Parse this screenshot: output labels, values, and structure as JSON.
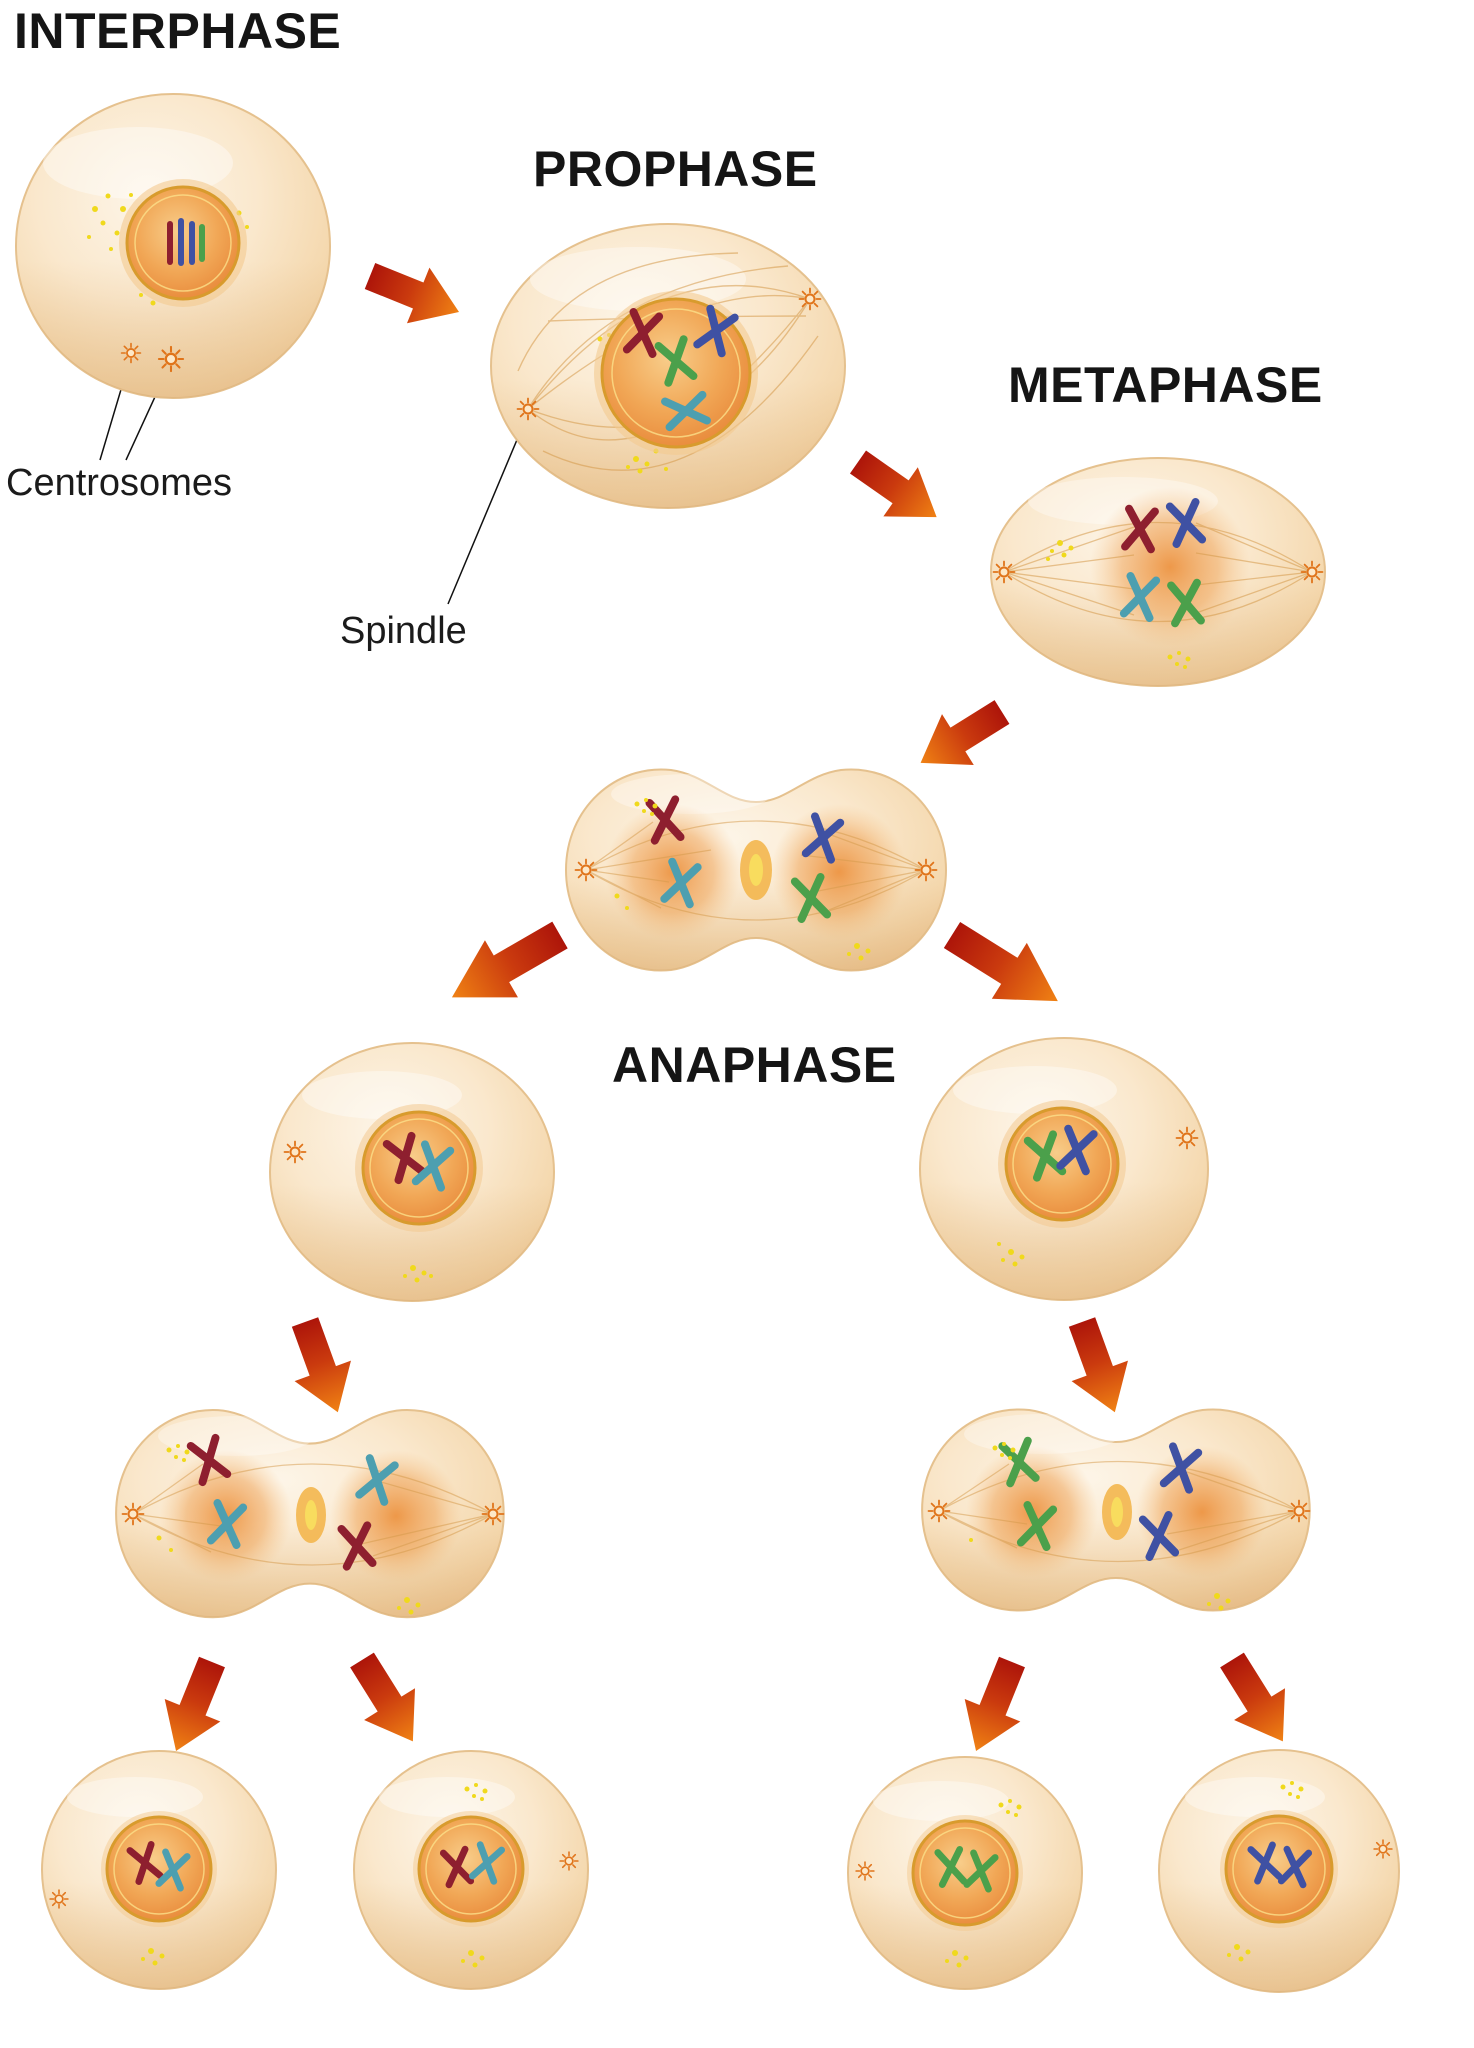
{
  "stages": [
    {
      "id": "interphase",
      "label": "INTERPHASE"
    },
    {
      "id": "prophase",
      "label": "PROPHASE"
    },
    {
      "id": "metaphase",
      "label": "METAPHASE"
    },
    {
      "id": "anaphase",
      "label": "ANAPHASE"
    }
  ],
  "annotations": [
    {
      "id": "centrosomes",
      "label": "Centrosomes"
    },
    {
      "id": "spindle",
      "label": "Spindle"
    }
  ],
  "colors": {
    "background": "#ffffff",
    "cell_fill_light": "#fdf5e8",
    "cell_fill_dark": "#eec795",
    "cell_edge": "#e5c18e",
    "nucleus_fill": "#ef9440",
    "nucleus_ring": "#d89b2d",
    "chromosome_dark_red": "#8e1f2f",
    "chromosome_blue": "#3f51a3",
    "chromosome_teal": "#4d9fb0",
    "chromosome_green": "#4ba04b",
    "arrow_dark": "#ad150a",
    "arrow_light": "#f08214",
    "centrosome_orange": "#e0741a",
    "speck_yellow": "#f0d91c",
    "label_color": "#151515"
  }
}
